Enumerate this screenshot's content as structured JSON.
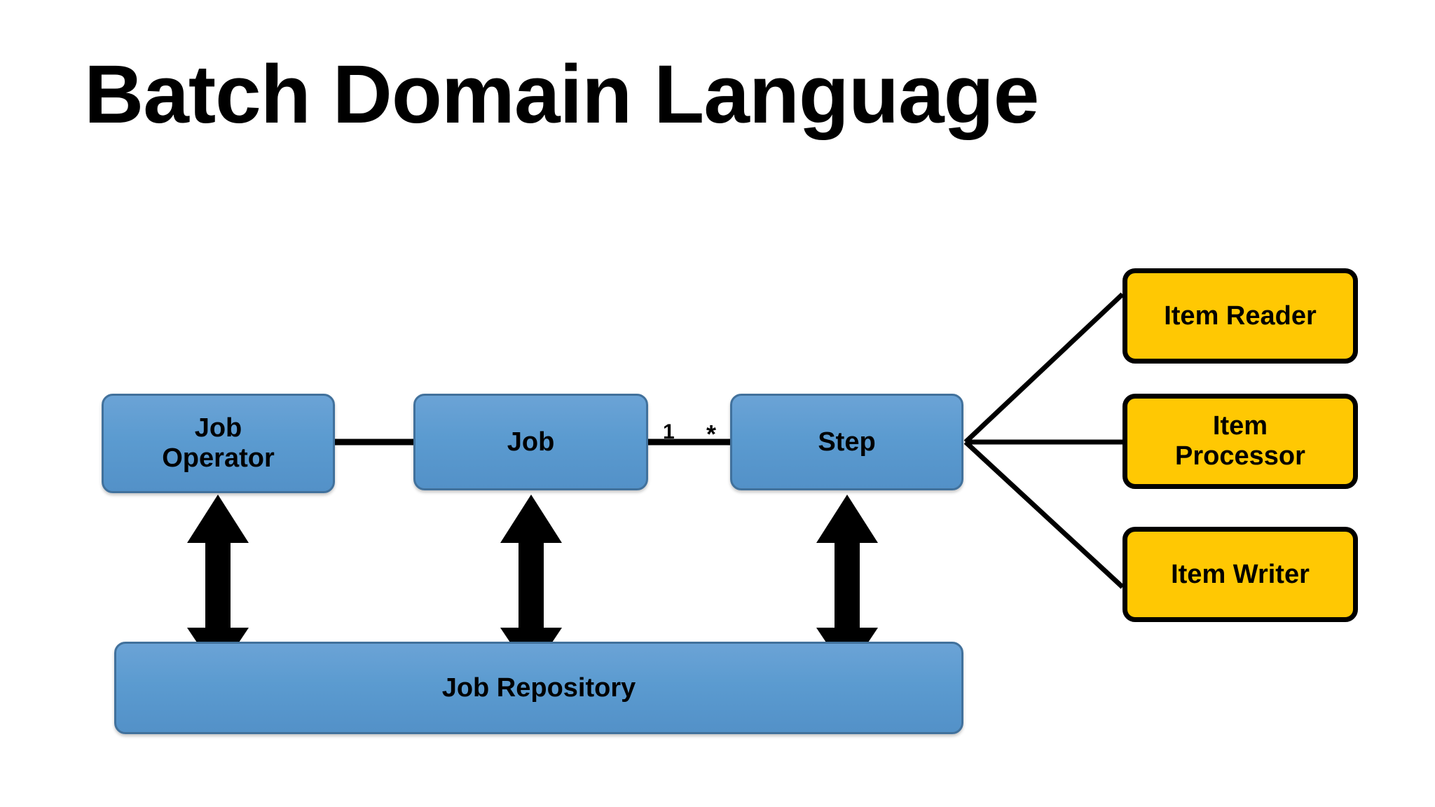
{
  "page": {
    "title": "Batch Domain Language",
    "background_color": "#FFFFFF"
  },
  "palette": {
    "blue_fill": "#5B9BD0",
    "blue_border": "#41719C",
    "yellow_fill": "#FFC803",
    "yellow_border": "#000000",
    "connector_color": "#000000",
    "text_color": "#000000"
  },
  "diagram": {
    "type": "uml-class-diagram",
    "core_nodes": [
      {
        "id": "job-operator",
        "label": "Job\nOperator",
        "style": "blue"
      },
      {
        "id": "job",
        "label": "Job",
        "style": "blue"
      },
      {
        "id": "step",
        "label": "Step",
        "style": "blue"
      },
      {
        "id": "job-repository",
        "label": "Job Repository",
        "style": "blue"
      }
    ],
    "item_nodes": [
      {
        "id": "item-reader",
        "label": "Item Reader",
        "style": "yellow"
      },
      {
        "id": "item-processor",
        "label": "Item\nProcessor",
        "style": "yellow"
      },
      {
        "id": "item-writer",
        "label": "Item Writer",
        "style": "yellow"
      }
    ],
    "multiplicity_labels": [
      {
        "id": "job-side",
        "text": "1",
        "from": "job",
        "to": "step"
      },
      {
        "id": "step-side",
        "text": "*",
        "from": "job",
        "to": "step"
      }
    ],
    "associations": [
      {
        "from": "job-operator",
        "to": "job",
        "kind": "plain-line"
      },
      {
        "from": "job",
        "to": "step",
        "kind": "plain-line"
      },
      {
        "from": "step",
        "to": "item-reader",
        "kind": "plain-line"
      },
      {
        "from": "step",
        "to": "item-processor",
        "kind": "plain-line"
      },
      {
        "from": "step",
        "to": "item-writer",
        "kind": "plain-line"
      },
      {
        "from": "job-operator",
        "to": "job-repository",
        "kind": "double-arrow"
      },
      {
        "from": "job",
        "to": "job-repository",
        "kind": "double-arrow"
      },
      {
        "from": "step",
        "to": "job-repository",
        "kind": "double-arrow"
      }
    ]
  }
}
